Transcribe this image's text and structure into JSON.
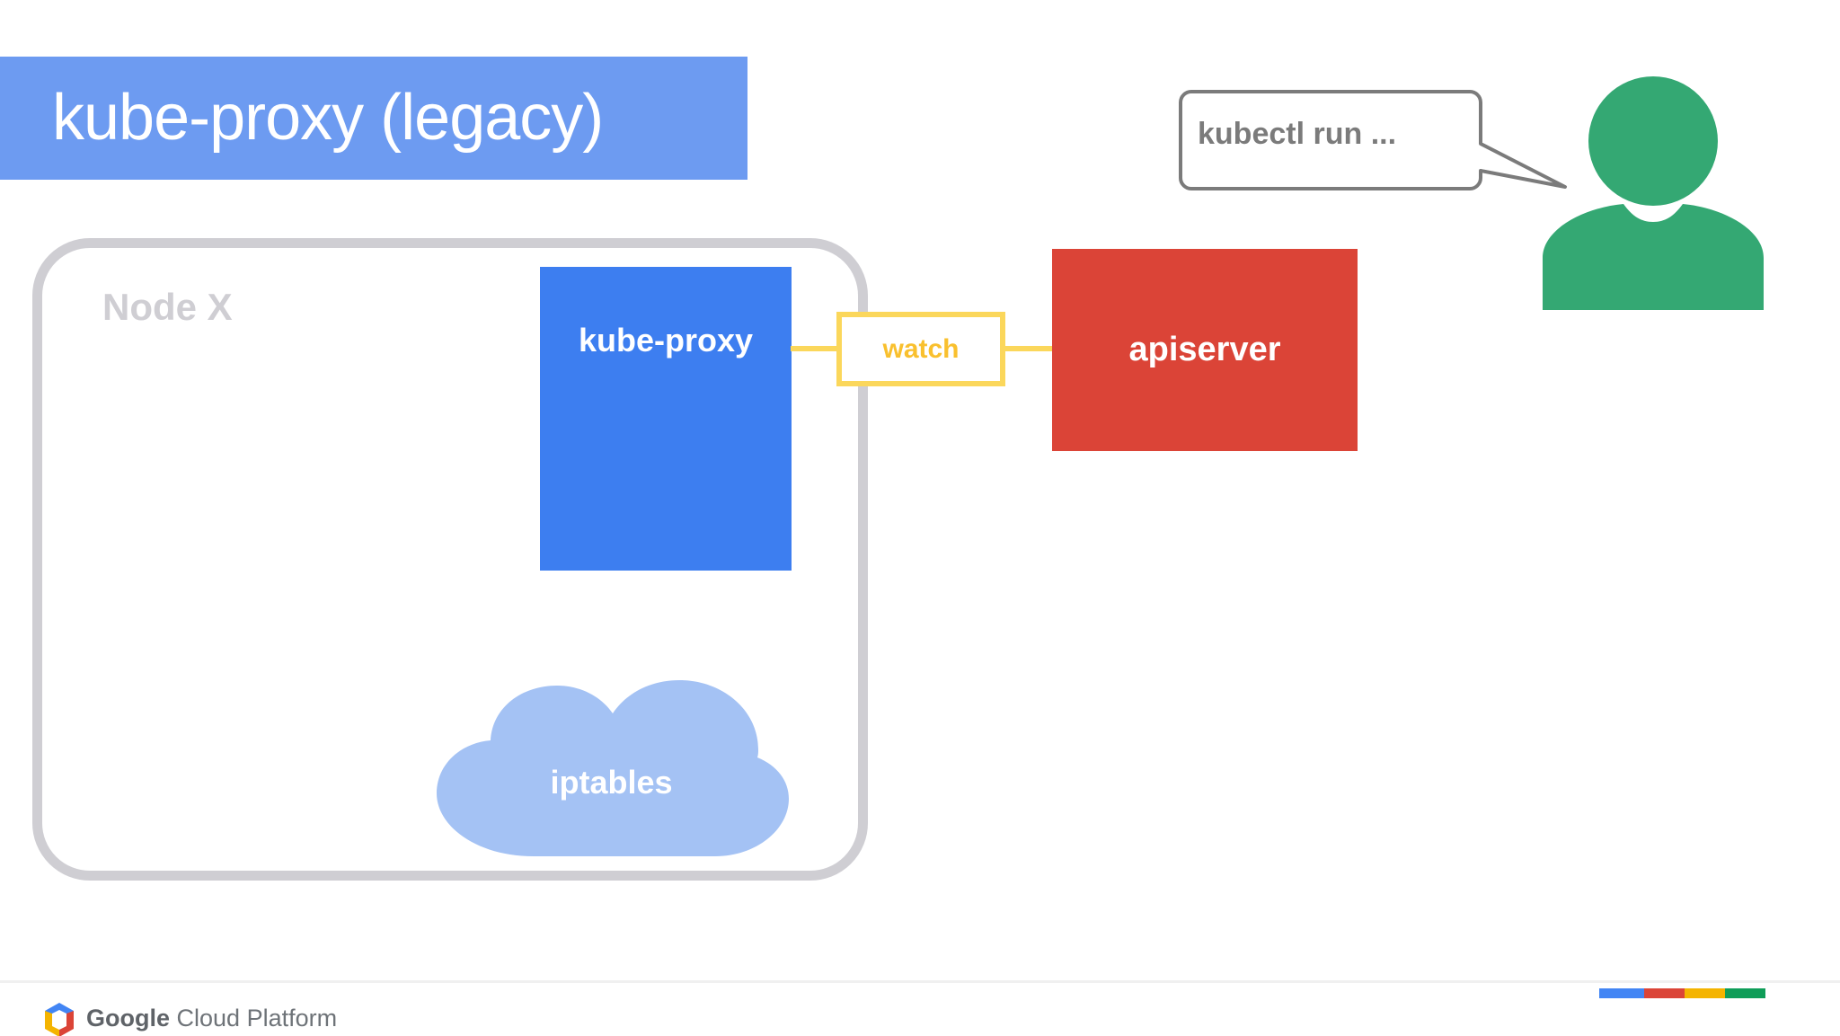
{
  "slide": {
    "title": "kube-proxy (legacy)",
    "background_color": "#ffffff"
  },
  "title_banner": {
    "label": "kube-proxy (legacy)",
    "background_color": "#6d9bf1",
    "text_color": "#ffffff"
  },
  "diagram": {
    "node": {
      "label": "Node X",
      "border_color": "#cfced3",
      "label_color": "#cfced3"
    },
    "kube_proxy": {
      "label": "kube-proxy",
      "fill_color": "#3d7ef0",
      "text_color": "#ffffff"
    },
    "connector": {
      "label": "watch",
      "line_color": "#fbd75b",
      "border_color": "#fbd75b",
      "text_color": "#f9c02e"
    },
    "apiserver": {
      "label": "apiserver",
      "fill_color": "#db4437",
      "text_color": "#ffffff"
    },
    "iptables": {
      "label": "iptables",
      "fill_color": "#a4c2f4",
      "text_color": "#ffffff"
    },
    "speech_bubble": {
      "label": "kubectl run ...",
      "border_color": "#7b7b7b",
      "text_color": "#7b7b7b",
      "fill_color": "#ffffff"
    },
    "user_avatar": {
      "name": "user-avatar-icon",
      "fill_color": "#34a873"
    }
  },
  "footer": {
    "brand_bold": "Google",
    "brand_light": "Cloud Platform",
    "logo_name": "google-cloud-platform-logo",
    "swatches": [
      {
        "name": "blue",
        "color": "#4285f4"
      },
      {
        "name": "red",
        "color": "#db4437"
      },
      {
        "name": "yellow",
        "color": "#f4b400"
      },
      {
        "name": "green",
        "color": "#0f9d58"
      }
    ]
  }
}
